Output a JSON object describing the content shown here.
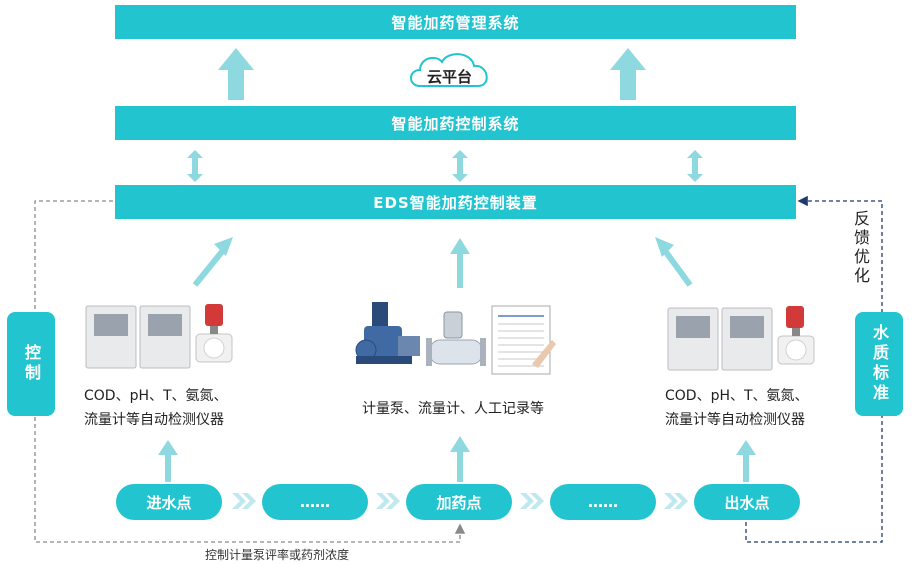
{
  "top_bar": "智能加药管理系统",
  "cloud": "云平台",
  "control_system": "智能加药控制系统",
  "eds_device": "EDS智能加药控制装置",
  "left_side": "控制",
  "right_side": "水质标准",
  "feedback": "反馈优化",
  "left_instruments": [
    "COD、pH、T、氨氮、",
    "流量计等自动检测仪器"
  ],
  "middle_instruments": "计量泵、流量计、人工记录等",
  "right_instruments": [
    "COD、pH、T、氨氮、",
    "流量计等自动检测仪器"
  ],
  "flow_points": [
    "进水点",
    "……",
    "加药点",
    "……",
    "出水点"
  ],
  "bottom_caption": "控制计量泵评率或药剂浓度",
  "colors": {
    "accent": "#22c4cf",
    "arrow": "#8ed8e0",
    "dash_gray": "#8a8a8a",
    "dash_navy": "#1f3a6e"
  }
}
